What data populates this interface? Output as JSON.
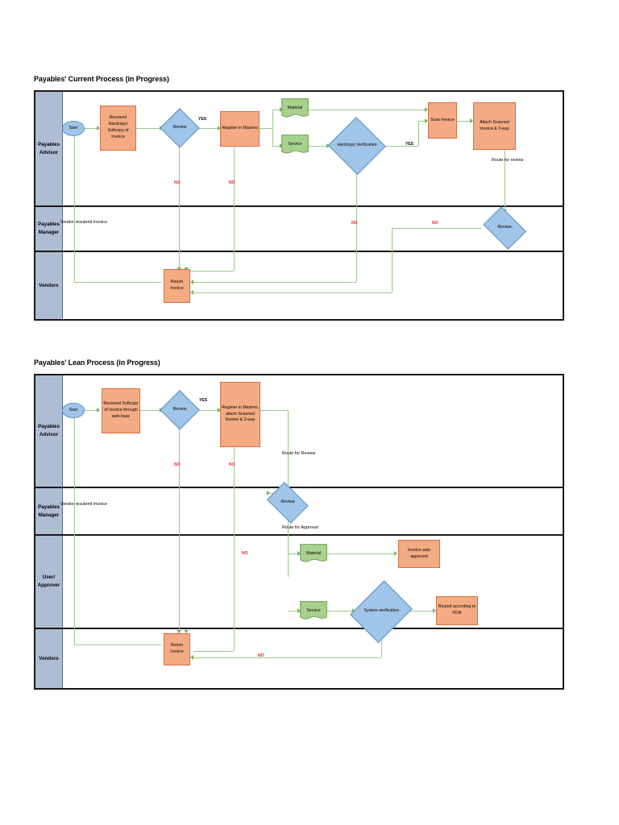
{
  "diagrams": [
    {
      "title": "Payables' Current  Process (in Progress)",
      "lanes": [
        {
          "label": "Payables\nAdvisor",
          "name": "payables-advisor"
        },
        {
          "label": "Payables\nManager",
          "name": "payables-manager"
        },
        {
          "label": "Vendors",
          "name": "vendors"
        }
      ],
      "nodes": {
        "start": "Start",
        "received": "Received Hardcopy/ Softcopy of Invoice",
        "review": "Review",
        "register": "Register in Maximo",
        "material": "Material",
        "service": "Service",
        "hardcopy_verification": "Hardcopy Verification",
        "scan_invoice": "Scan Invoice",
        "attach_scanned": "Attach Scanned Invoice & 3-way",
        "vendor_resubmit": "Vendor resubmit Invoice",
        "mgr_review": "Review",
        "return_invoice": "Return Invoice"
      },
      "labels": {
        "yes1": "YES",
        "yes2": "YES",
        "no1": "NO",
        "no2": "NO",
        "no3": "NO",
        "no4": "NO",
        "route_for_review": "Route for review"
      }
    },
    {
      "title": "Payables' Lean Process (in Progress)",
      "lanes": [
        {
          "label": "Payables\nAdvisor",
          "name": "payables-advisor"
        },
        {
          "label": "Payables\nManager",
          "name": "payables-manager"
        },
        {
          "label": "User/\nApprover",
          "name": "user-approver"
        },
        {
          "label": "Vendors",
          "name": "vendors"
        }
      ],
      "nodes": {
        "start": "Start",
        "received": "Received Softcopy of Invoice through web base",
        "review": "Review",
        "register": "Register in Maximo, attach Scanned Invoice & 3-way",
        "vendor_resubmit": "Vendor resubmit Invoice",
        "mgr_review": "Review",
        "material": "Material",
        "service": "Service",
        "invoice_auto_approved": "Invoice auto approved",
        "system_verification": "System verification",
        "routed_doa": "Routed according to DOA",
        "return_invoice": "Return Invoice"
      },
      "labels": {
        "yes1": "YES",
        "no1": "NO",
        "no2": "NO",
        "no3": "NO",
        "no4": "NO",
        "route_for_review": "Route for Review",
        "route_for_approval": "Route for Approval"
      }
    }
  ],
  "colors": {
    "process_fill": "#f4ab84",
    "process_stroke": "#d2704a",
    "decision_fill": "#9fc5e8",
    "decision_stroke": "#5f8fbf",
    "document_fill": "#a9d18e",
    "document_stroke": "#6e9e55",
    "lane_header_fill": "#aebdd4",
    "connector": "#9bc78a",
    "no_label": "#e8252a",
    "frame": "#1a1a1a"
  }
}
